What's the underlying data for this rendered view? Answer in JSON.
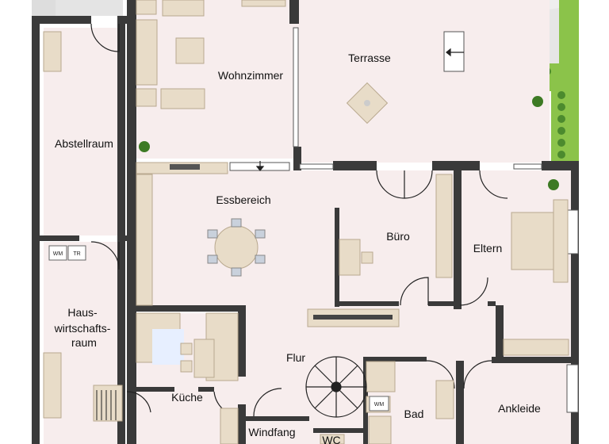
{
  "plan": {
    "rooms": [
      {
        "key": "wohnzimmer",
        "label": "Wohnzimmer"
      },
      {
        "key": "terrasse",
        "label": "Terrasse"
      },
      {
        "key": "abstellraum",
        "label": "Abstellraum"
      },
      {
        "key": "essbereich",
        "label": "Essbereich"
      },
      {
        "key": "buero",
        "label": "Büro"
      },
      {
        "key": "eltern",
        "label": "Eltern"
      },
      {
        "key": "hwr",
        "label": [
          "Haus-",
          "wirtschafts-",
          "raum"
        ]
      },
      {
        "key": "flur",
        "label": "Flur"
      },
      {
        "key": "kueche",
        "label": "Küche"
      },
      {
        "key": "bad",
        "label": "Bad"
      },
      {
        "key": "ankleide",
        "label": "Ankleide"
      },
      {
        "key": "windfang",
        "label": "Windfang"
      },
      {
        "key": "wc",
        "label": "WC"
      }
    ],
    "appliances": {
      "wm": "WM",
      "tr": "TR",
      "bad_wm": "WM"
    },
    "colors": {
      "wall": "#3a3a3a",
      "floor": "#f7eded",
      "grass": "#8bc34a",
      "furniture": "#e8dcc8"
    }
  }
}
